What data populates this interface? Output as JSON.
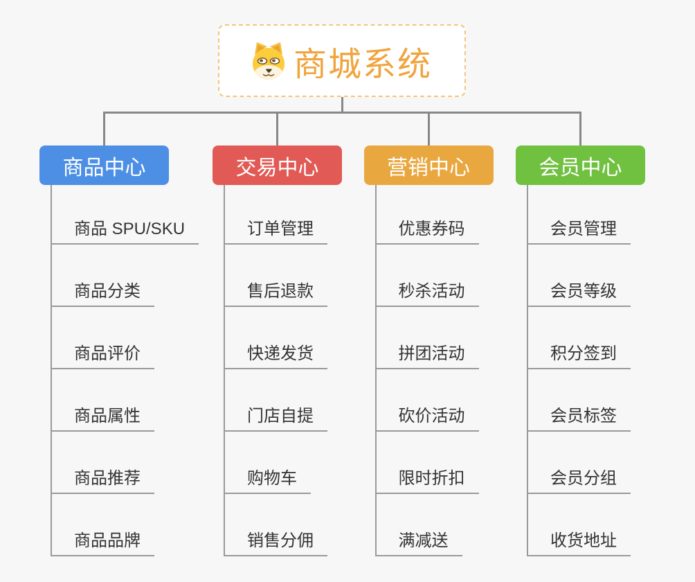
{
  "root": {
    "title": "商城系统",
    "icon": "shiba-dog-face-icon"
  },
  "branches": [
    {
      "name": "product-center",
      "label": "商品中心",
      "color": "#4D8FE4",
      "items": [
        "商品 SPU/SKU",
        "商品分类",
        "商品评价",
        "商品属性",
        "商品推荐",
        "商品品牌"
      ]
    },
    {
      "name": "trade-center",
      "label": "交易中心",
      "color": "#E15A55",
      "items": [
        "订单管理",
        "售后退款",
        "快递发货",
        "门店自提",
        "购物车",
        "销售分佣"
      ]
    },
    {
      "name": "marketing-center",
      "label": "营销中心",
      "color": "#E9A73F",
      "items": [
        "优惠券码",
        "秒杀活动",
        "拼团活动",
        "砍价活动",
        "限时折扣",
        "满减送"
      ]
    },
    {
      "name": "member-center",
      "label": "会员中心",
      "color": "#70C140",
      "items": [
        "会员管理",
        "会员等级",
        "积分签到",
        "会员标签",
        "会员分组",
        "收货地址"
      ]
    }
  ],
  "colors": {
    "background": "#F7F7F7",
    "root_border": "#F2C57F",
    "root_title": "#F0A43C",
    "connector": "#868789",
    "item_line": "#97999B",
    "item_text": "#333333",
    "node_text": "#FFFFFF"
  }
}
